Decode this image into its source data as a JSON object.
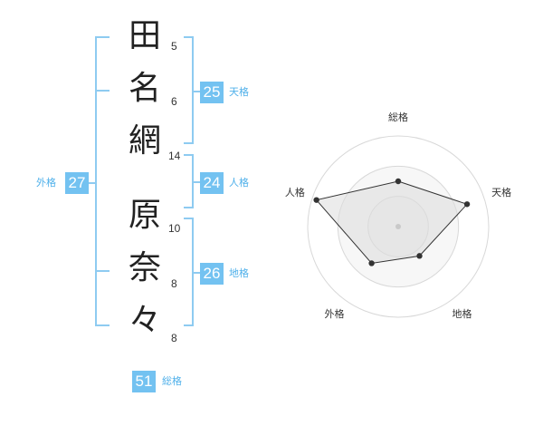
{
  "name": {
    "characters": [
      {
        "char": "田",
        "strokes": "5"
      },
      {
        "char": "名",
        "strokes": "6"
      },
      {
        "char": "網",
        "strokes": "14"
      },
      {
        "char": "原",
        "strokes": "10"
      },
      {
        "char": "奈",
        "strokes": "8"
      },
      {
        "char": "々",
        "strokes": "8"
      }
    ]
  },
  "kaku": {
    "tenkaku": {
      "value": "25",
      "label": "天格"
    },
    "jinkaku": {
      "value": "24",
      "label": "人格"
    },
    "chikaku": {
      "value": "26",
      "label": "地格"
    },
    "gaikaku": {
      "value": "27",
      "label": "外格"
    },
    "soukaku": {
      "value": "51",
      "label": "総格"
    }
  },
  "colors": {
    "accent": "#73c2f1",
    "bracket": "#8ecbf1",
    "text": "#222222",
    "radar_fill": "#ececec",
    "radar_line": "#333333",
    "radar_grid": "#d8d8d8"
  },
  "chart_data": {
    "type": "radar",
    "axes": [
      "総格",
      "天格",
      "地格",
      "外格",
      "人格"
    ],
    "values": [
      0.5,
      0.8,
      0.4,
      0.5,
      0.95
    ],
    "range": [
      0,
      1
    ],
    "rings": 3
  }
}
